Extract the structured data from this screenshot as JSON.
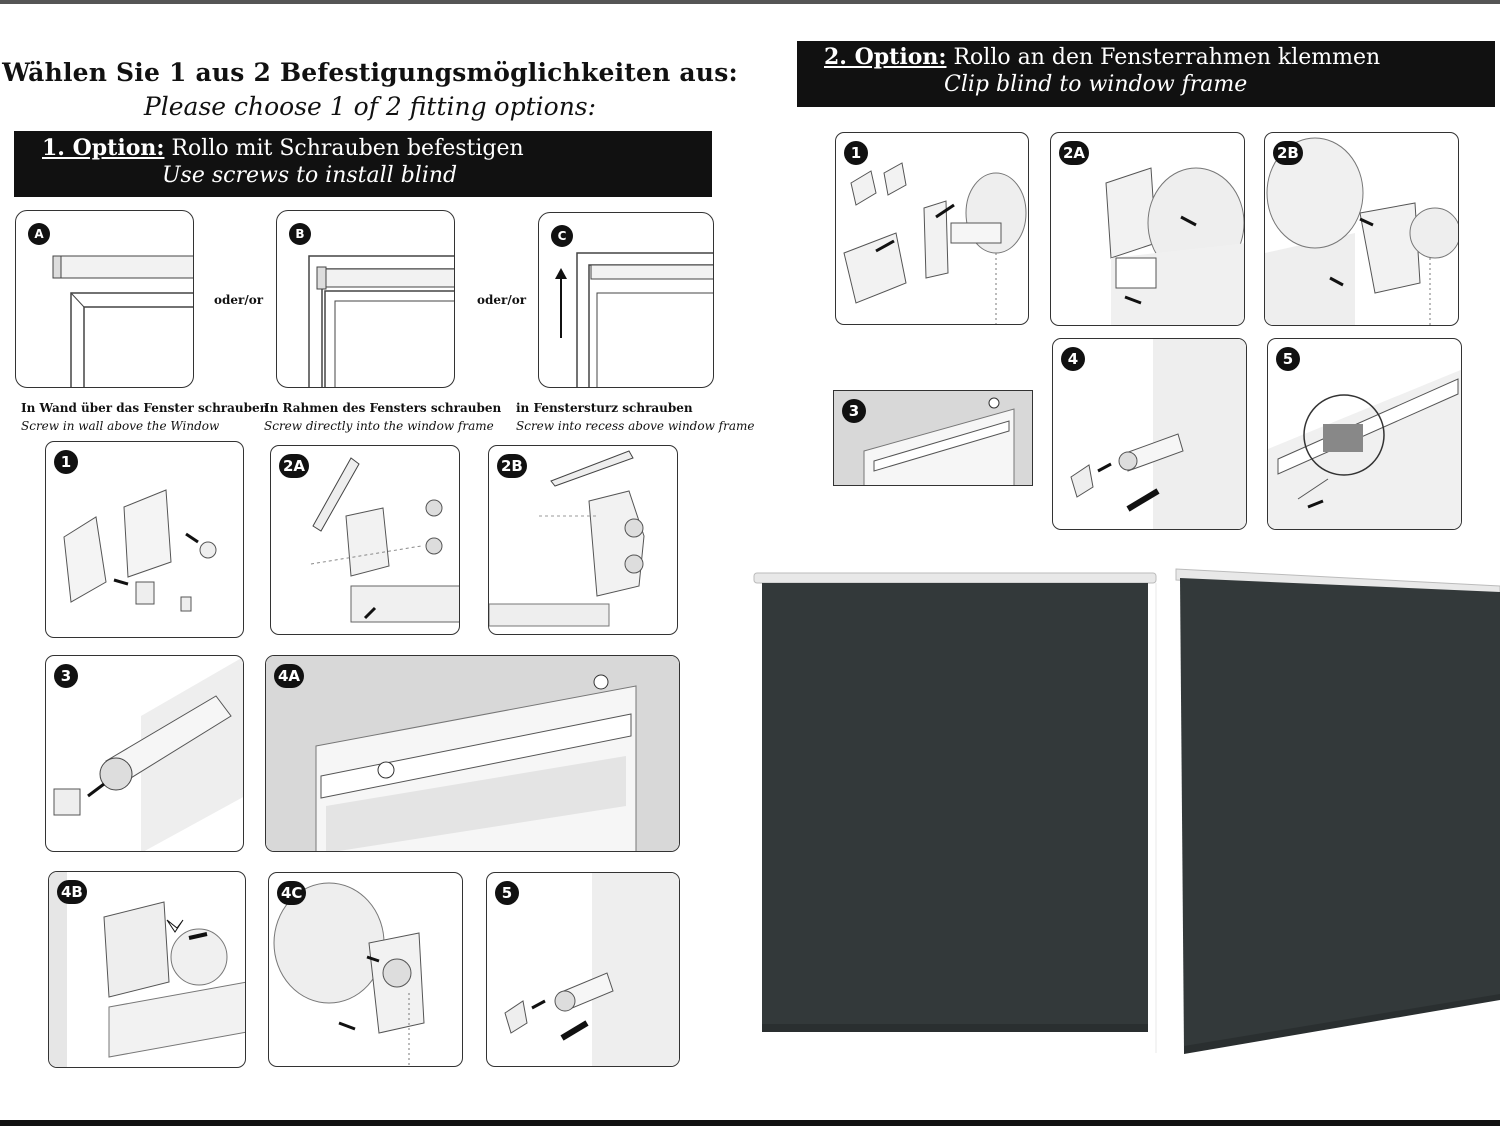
{
  "heading": {
    "de": "Wählen Sie 1 aus 2 Befestigungsmöglichkeiten aus:",
    "en": "Please choose 1 of 2 fitting options:"
  },
  "option1": {
    "number": "1. Option:",
    "title_de": "Rollo mit Schrauben befestigen",
    "title_en": "Use screws to install blind"
  },
  "option2": {
    "number": "2. Option:",
    "title_de": "Rollo an den Fensterrahmen klemmen",
    "title_en": "Clip blind to window frame"
  },
  "mounting": {
    "separator": "oder/or",
    "items": [
      {
        "badge": "A",
        "caption_de": "In Wand über das Fenster schrauben",
        "caption_en": "Screw in wall above  the Window"
      },
      {
        "badge": "B",
        "caption_de": "In Rahmen des Fensters schrauben",
        "caption_en": "Screw directly into the window frame"
      },
      {
        "badge": "C",
        "caption_de": "in Fenstersturz schrauben",
        "caption_en": "Screw into recess above window frame"
      }
    ]
  },
  "option1_steps": [
    "1",
    "2A",
    "2B",
    "3",
    "4A",
    "4B",
    "4C",
    "5"
  ],
  "option2_steps": [
    "1",
    "2A",
    "2B",
    "3",
    "4",
    "5"
  ],
  "colors": {
    "bar": "#111111",
    "blind_fabric": "#33393a",
    "panel_border": "#333333"
  }
}
